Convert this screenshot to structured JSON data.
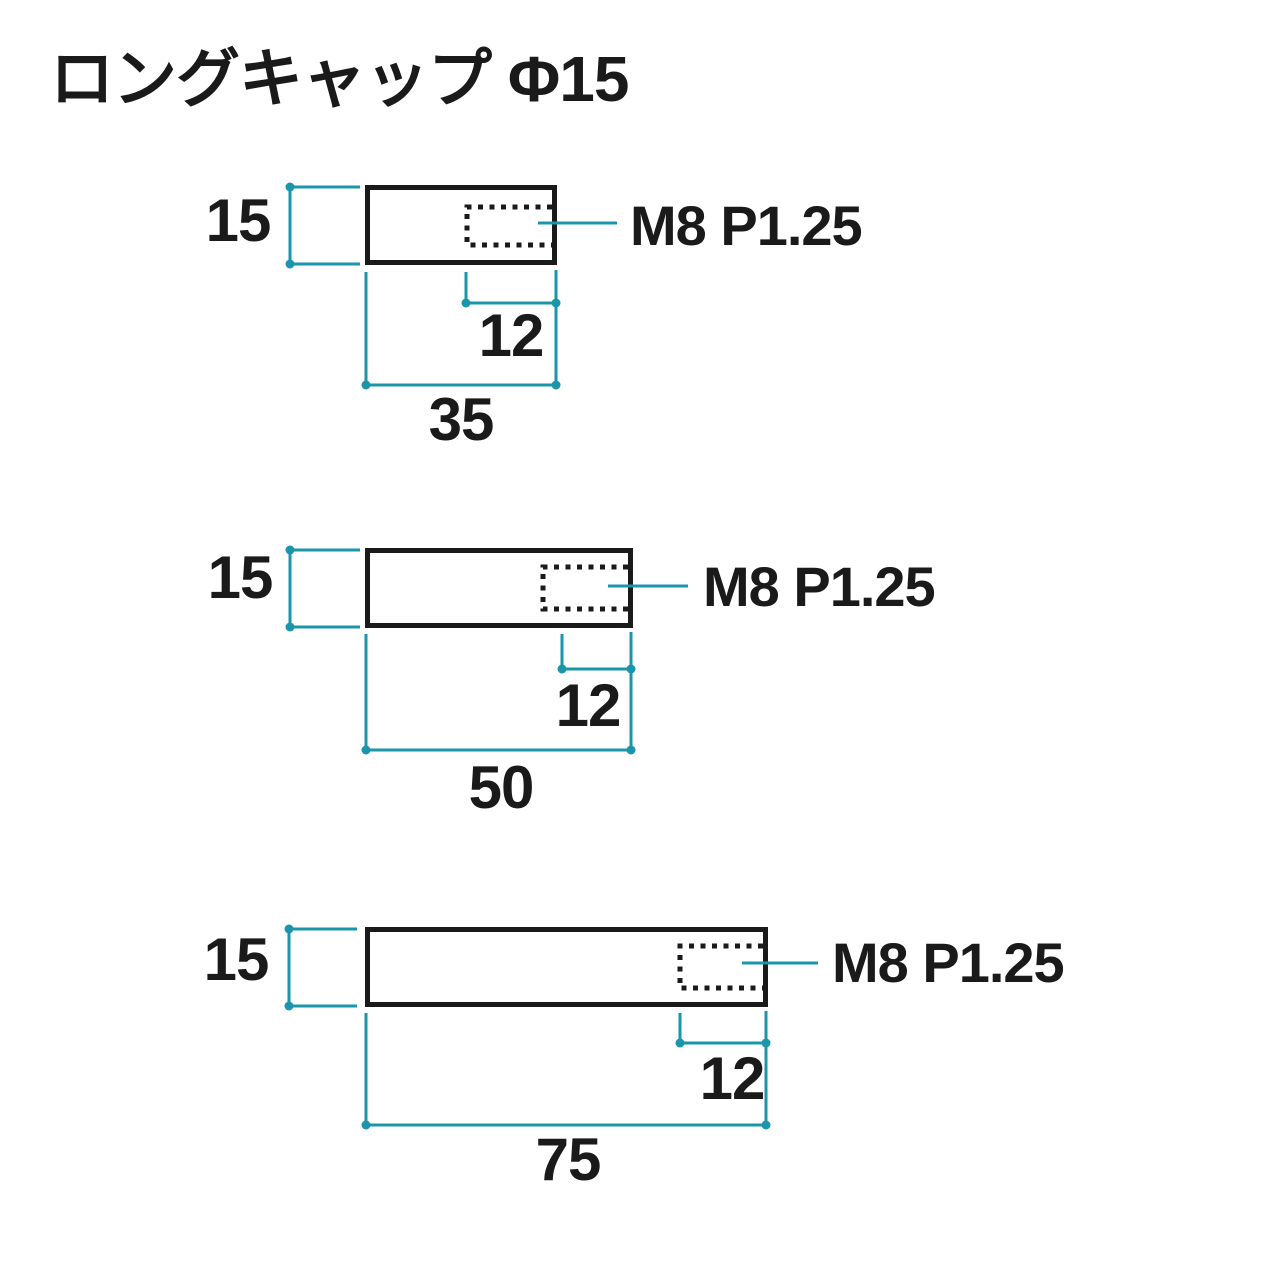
{
  "title": "ロングキャップ Φ15",
  "colors": {
    "accent_teal": "#1a95aa",
    "ink_black": "#1a1a1a",
    "background": "#ffffff"
  },
  "diagrams": [
    {
      "id": "cap-35",
      "height_label": "15",
      "thread_depth_label": "12",
      "length_label": "35",
      "thread_label": "M8 P1.25"
    },
    {
      "id": "cap-50",
      "height_label": "15",
      "thread_depth_label": "12",
      "length_label": "50",
      "thread_label": "M8 P1.25"
    },
    {
      "id": "cap-75",
      "height_label": "15",
      "thread_depth_label": "12",
      "length_label": "75",
      "thread_label": "M8 P1.25"
    }
  ]
}
